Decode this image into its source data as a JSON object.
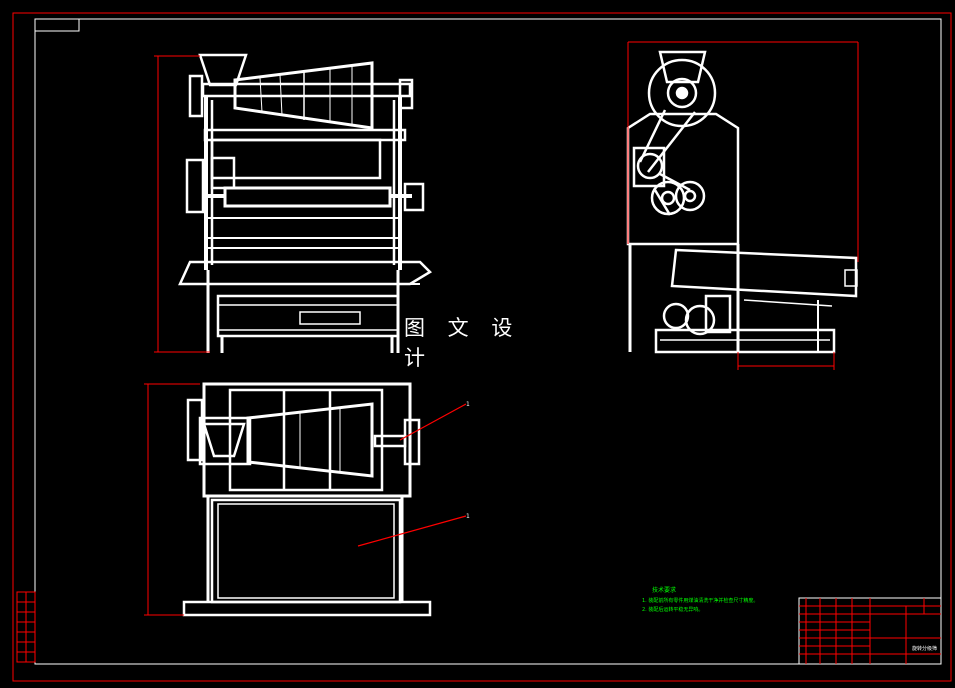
{
  "watermark": {
    "text": "图 文 设 计"
  },
  "tech_requirements": {
    "title": "技术要求",
    "items": [
      "1. 装配前所有零件用煤油清洗干净并检查尺寸精度。",
      "2. 装配后运转平稳无异响。"
    ]
  },
  "leaders": {
    "label_1": "1",
    "label_2": "1"
  },
  "title_block": {
    "title": "旋转分级筛"
  },
  "colors": {
    "frame": "#ff0000",
    "lines": "#ffffff",
    "text_green": "#00ff00",
    "background": "#000000"
  }
}
